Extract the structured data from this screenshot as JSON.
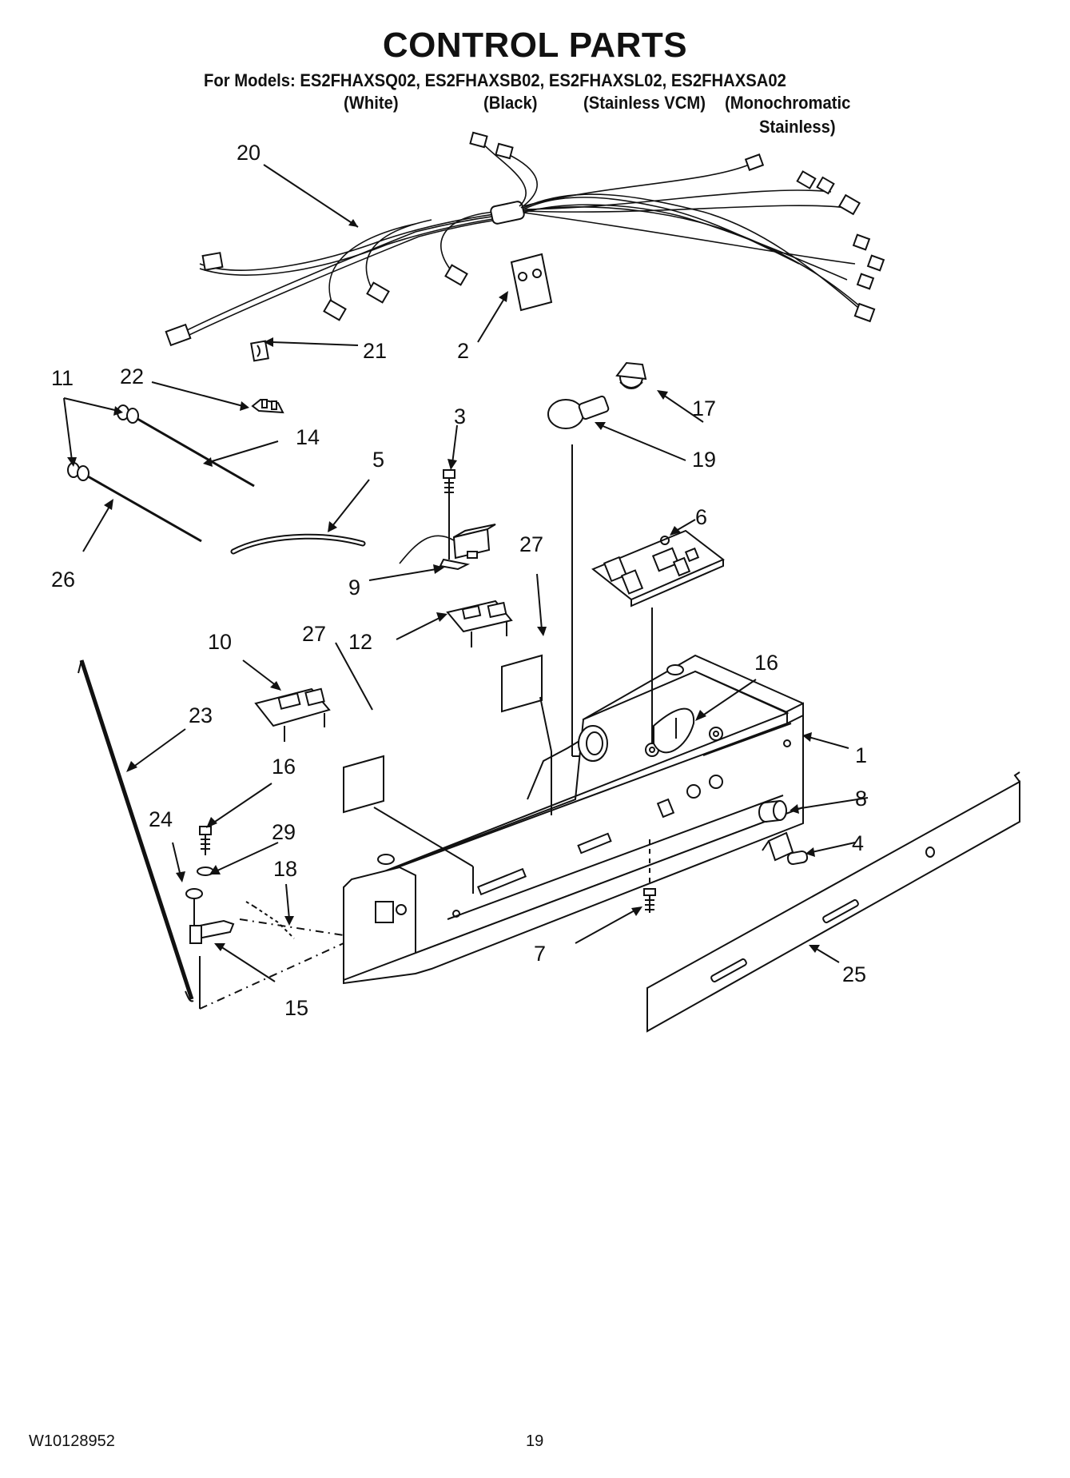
{
  "header": {
    "title": "CONTROL PARTS",
    "models_line": "For Models: ES2FHAXSQ02, ES2FHAXSB02, ES2FHAXSL02, ES2FHAXSA02",
    "variants": [
      "(White)",
      "(Black)",
      "(Stainless VCM)",
      "(Monochromatic",
      "Stainless)"
    ]
  },
  "callouts": [
    "1",
    "2",
    "3",
    "4",
    "5",
    "6",
    "7",
    "8",
    "9",
    "10",
    "11",
    "12",
    "14",
    "15",
    "16",
    "16",
    "17",
    "18",
    "19",
    "20",
    "21",
    "22",
    "23",
    "24",
    "25",
    "26",
    "27",
    "27",
    "29"
  ],
  "footer": {
    "doc_number": "W10128952",
    "page_number": "19"
  }
}
